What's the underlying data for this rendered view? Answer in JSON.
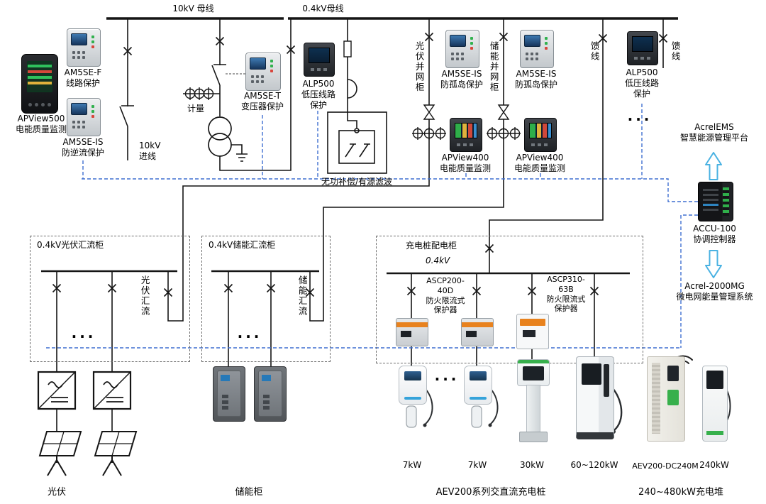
{
  "colors": {
    "wire": "#151515",
    "comm_dashed": "#3f6fd1",
    "flow_arrow": "#4ab2e2",
    "green_accent": "#2fae4a",
    "orange_accent": "#e8821e"
  },
  "buses": {
    "bus_10kv": "10kV 母线",
    "bus_04kv": "0.4kV母线"
  },
  "labels": {
    "apview500": "APView500\n电能质量监测",
    "am5se_f": "AM5SE-F\n线路保护",
    "am5se_is_backflow": "AM5SE-IS\n防逆流保护",
    "incoming_10kv": "10kV\n进线",
    "metering": "计量",
    "am5se_t": "AM5SE-T\n变压器保护",
    "alp500_left": "ALP500\n低压线路\n保护",
    "apf": "无功补偿/有源滤波",
    "pv_grid_cabinet": "光伏并网柜",
    "am5se_is_island_1": "AM5SE-IS\n防孤岛保护",
    "apview400_1": "APView400\n电能质量监测",
    "es_grid_cabinet": "储能并网柜",
    "am5se_is_island_2": "AM5SE-IS\n防孤岛保护",
    "apview400_2": "APView400\n电能质量监测",
    "feeder_1": "馈线",
    "feeder_2": "馈线",
    "alp500_right": "ALP500\n低压线路\n保护",
    "dots": "···"
  },
  "ems": {
    "platform": "AcrelEMS\n智慧能源管理平台",
    "accu": "ACCU-100\n协调控制器",
    "mg": "Acrel-2000MG\n微电网能量管理系统"
  },
  "panels": {
    "pv_combiner_title": "0.4kV光伏汇流柜",
    "pv_combiner_bus": "光伏汇流",
    "es_combiner_title": "0.4kV储能汇流柜",
    "es_combiner_bus": "储能汇流",
    "charger_panel_title": "充电桩配电柜",
    "charger_panel_voltage": "0.4kV",
    "ascp200": "ASCP200-\n40D\n防火限流式\n保护器",
    "ascp310": "ASCP310-\n63B\n防火限流式\n保护器"
  },
  "bottom": {
    "pv_caption": "光伏",
    "ess_caption": "储能柜",
    "charger_7kw_1": "7kW",
    "charger_7kw_2": "7kW",
    "charger_30kw": "30kW",
    "charger_120kw": "60~120kW",
    "charger_aev240": "AEV200-DC240M",
    "charger_240kw": "240kW",
    "aev_series_caption": "AEV200系列交直流充电桩",
    "stack_caption": "240~480kW充电堆"
  }
}
